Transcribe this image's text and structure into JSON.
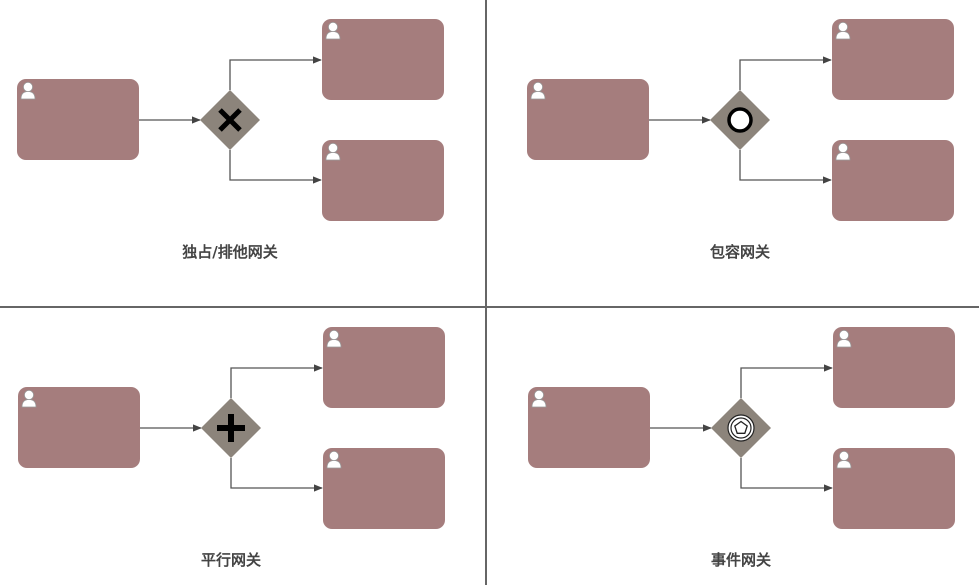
{
  "colors": {
    "task_fill": "#a57d7d",
    "gateway_fill": "#8c847b",
    "connector": "#555555",
    "divider": "#666666",
    "caption_text": "#444444"
  },
  "panels": [
    {
      "id": "exclusive",
      "caption": "独占/排他网关",
      "gateway_marker": "x-icon"
    },
    {
      "id": "inclusive",
      "caption": "包容网关",
      "gateway_marker": "circle-icon"
    },
    {
      "id": "parallel",
      "caption": "平行网关",
      "gateway_marker": "plus-icon"
    },
    {
      "id": "event",
      "caption": "事件网关",
      "gateway_marker": "pentagon-event-icon"
    }
  ]
}
